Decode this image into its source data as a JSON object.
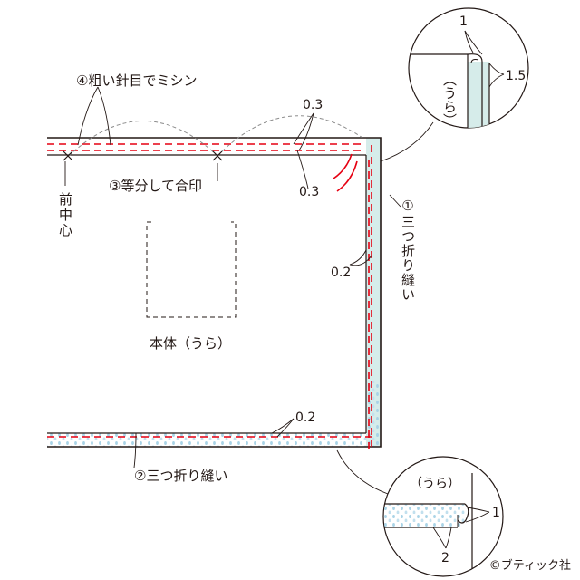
{
  "labels": {
    "coarse_stitch": "④粗い針目でミシン",
    "front_center": "前中心",
    "divide_mark": "③等分して合印",
    "body_wrong_side": "本体（うら）",
    "hem_side": "①三つ折り縫い",
    "hem_bottom": "②三つ折り縫い"
  },
  "measurements": {
    "top_a": "0.3",
    "top_b": "0.3",
    "right_margin": "0.2",
    "bottom_margin": "0.2"
  },
  "detail_top": {
    "wrong_side": "（うら）",
    "dim_1": "1",
    "dim_2": "1.5"
  },
  "detail_bottom": {
    "wrong_side": "（うら）",
    "dim_1": "1",
    "dim_2": "2"
  },
  "credit": "©ブティック社",
  "colors": {
    "line": "#231815",
    "red_stitch": "#e60012",
    "gray_dash": "#8c8c8c",
    "mint_fill": "#d6ecea",
    "dot_fill": "#a9d3e6"
  }
}
